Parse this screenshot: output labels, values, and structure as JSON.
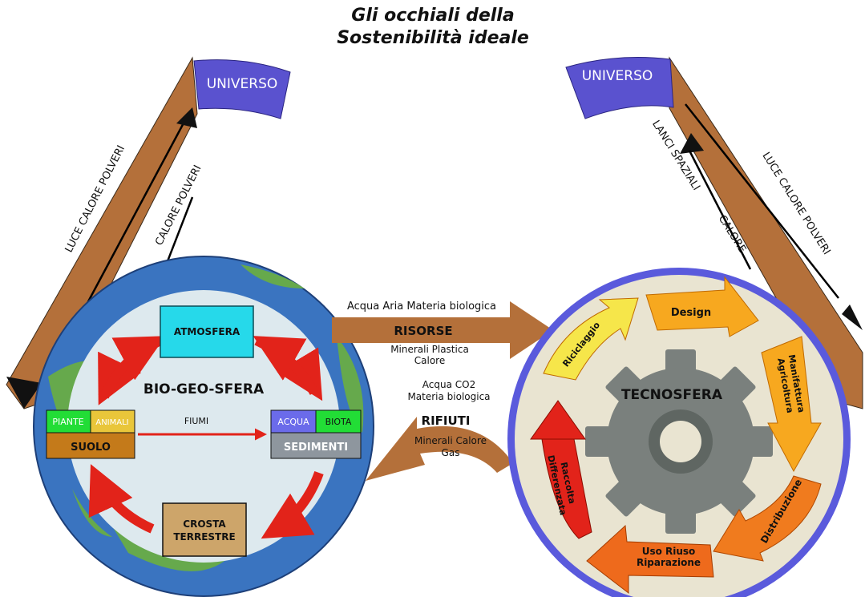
{
  "title": {
    "line1": "Gli occhiali della",
    "line2": "Sostenibilità ideale"
  },
  "left": {
    "universe": "UNIVERSO",
    "outer_flow": "LUCE CALORE POLVERI",
    "inner_flow": "CALORE   POLVERI",
    "sphere_label": "BIO-GEO-SFERA",
    "atmosfera": "ATMOSFERA",
    "piante": "PIANTE",
    "animali": "ANIMALI",
    "suolo": "SUOLO",
    "fiumi": "FIUMI",
    "acqua": "ACQUA",
    "biota": "BIOTA",
    "sedimenti": "SEDIMENTI",
    "crosta_1": "CROSTA",
    "crosta_2": "TERRESTRE"
  },
  "right": {
    "universe": "UNIVERSO",
    "lanci": "LANCI SPAZIALI",
    "calore": "CALORE",
    "outer_flow": "LUCE CALORE POLVERI",
    "sphere_label": "TECNOSFERA",
    "design": "Design",
    "manifattura_1": "Manifattura",
    "manifattura_2": "Agricoltura",
    "distribuzione": "Distribuzione",
    "uso_1": "Uso  Riuso",
    "uso_2": "Riparazione",
    "raccolta_1": "Raccolta",
    "raccolta_2": "Differenzata",
    "riciclaggio": "Riciclaggio"
  },
  "flows": {
    "risorse_top": "Acqua Aria Materia biologica",
    "risorse": "RISORSE",
    "risorse_b1": "Minerali Plastica",
    "risorse_b2": "Calore",
    "rifiuti_t1": "Acqua CO2",
    "rifiuti_t2": "Materia biologica",
    "rifiuti": "RIFIUTI",
    "rifiuti_b1": "Minerali Calore",
    "rifiuti_b2": "Gas"
  },
  "colors": {
    "brown": "#b4703a",
    "universe": "#5a52cf",
    "earth_sea": "#3a74c0",
    "earth_land": "#66a94c",
    "inner_disc": "#dde9ee",
    "techno_ring": "#5a5adc",
    "techno_fill": "#e9e4d1",
    "gear": "#7a807d",
    "cycle_red": "#e2231a"
  }
}
